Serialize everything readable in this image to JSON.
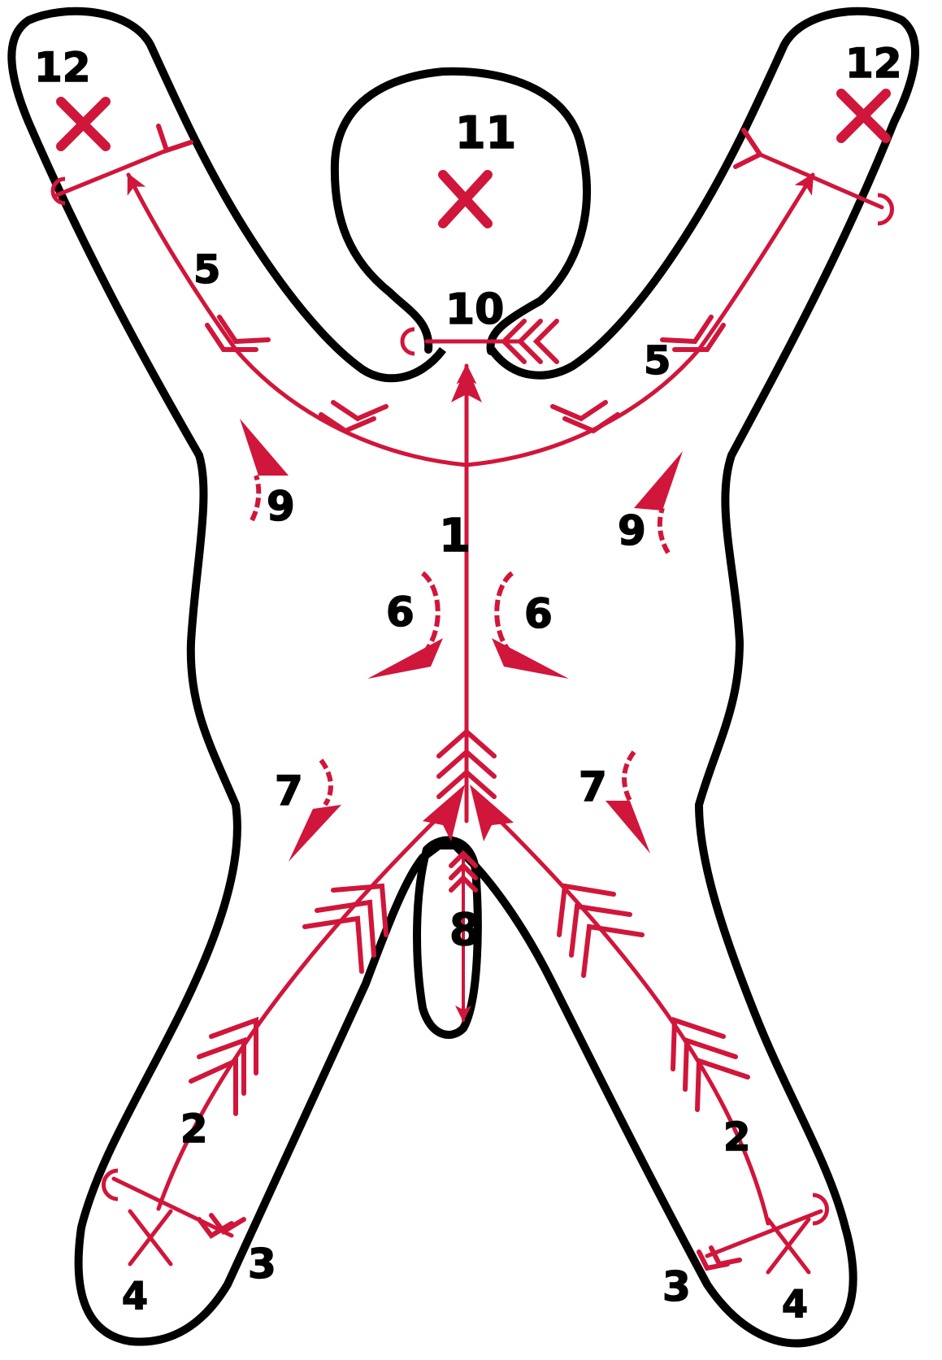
{
  "diagram": {
    "colors": {
      "outline": "#000000",
      "cut_line": "#d0163a",
      "discard_mark": "#d0163a",
      "background": "#ffffff"
    },
    "labels": {
      "head_discard": "11",
      "neck_hole": "10",
      "center_cut": "1",
      "left_arm_cut": "5",
      "right_arm_cut": "5",
      "left_leg_cut": "2",
      "right_leg_cut": "2",
      "left_foot_cut": "3",
      "right_foot_cut": "3",
      "left_foot_discard": "4",
      "right_foot_discard": "4",
      "left_hand_discard": "12",
      "right_hand_discard": "12",
      "left_belly_peel": "6",
      "right_belly_peel": "6",
      "left_lower_peel": "7",
      "right_lower_peel": "7",
      "left_upper_peel": "9",
      "right_upper_peel": "9",
      "tail_cut": "8"
    },
    "icons": {
      "discard": "x-mark-icon",
      "cut_direction": "feathered-arrow-icon",
      "peel_direction": "curved-arrow-icon",
      "cut_start": "hook-icon"
    }
  }
}
